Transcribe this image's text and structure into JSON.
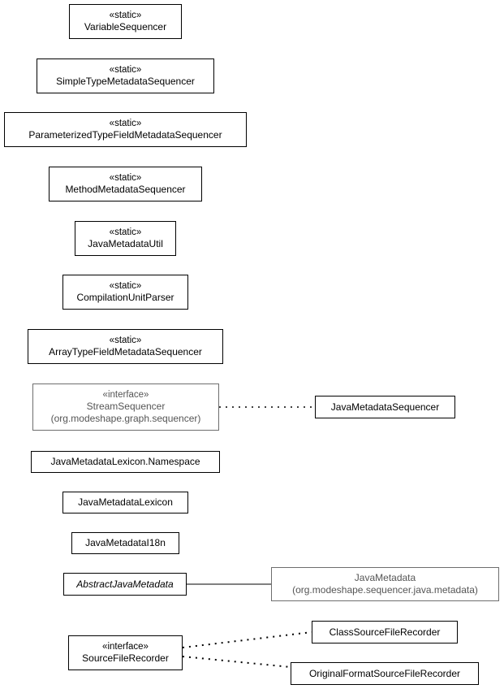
{
  "nodes": {
    "variable_sequencer": {
      "stereotype": "«static»",
      "name": "VariableSequencer"
    },
    "simple_type_metadata_sequencer": {
      "stereotype": "«static»",
      "name": "SimpleTypeMetadataSequencer"
    },
    "parameterized_type_field_metadata_sequencer": {
      "stereotype": "«static»",
      "name": "ParameterizedTypeFieldMetadataSequencer"
    },
    "method_metadata_sequencer": {
      "stereotype": "«static»",
      "name": "MethodMetadataSequencer"
    },
    "java_metadata_util": {
      "stereotype": "«static»",
      "name": "JavaMetadataUtil"
    },
    "compilation_unit_parser": {
      "stereotype": "«static»",
      "name": "CompilationUnitParser"
    },
    "array_type_field_metadata_sequencer": {
      "stereotype": "«static»",
      "name": "ArrayTypeFieldMetadataSequencer"
    },
    "stream_sequencer": {
      "stereotype": "«interface»",
      "name": "StreamSequencer",
      "package": "(org.modeshape.graph.sequencer)"
    },
    "java_metadata_sequencer": {
      "name": "JavaMetadataSequencer"
    },
    "java_metadata_lexicon_namespace": {
      "name": "JavaMetadataLexicon.Namespace"
    },
    "java_metadata_lexicon": {
      "name": "JavaMetadataLexicon"
    },
    "java_metadata_i18n": {
      "name": "JavaMetadataI18n"
    },
    "abstract_java_metadata": {
      "name": "AbstractJavaMetadata"
    },
    "java_metadata": {
      "name": "JavaMetadata",
      "package": "(org.modeshape.sequencer.java.metadata)"
    },
    "source_file_recorder": {
      "stereotype": "«interface»",
      "name": "SourceFileRecorder"
    },
    "class_source_file_recorder": {
      "name": "ClassSourceFileRecorder"
    },
    "original_format_source_file_recorder": {
      "name": "OriginalFormatSourceFileRecorder"
    }
  },
  "colors": {
    "border": "#000000",
    "external_border": "#6e6e6e",
    "external_text": "#555555"
  }
}
